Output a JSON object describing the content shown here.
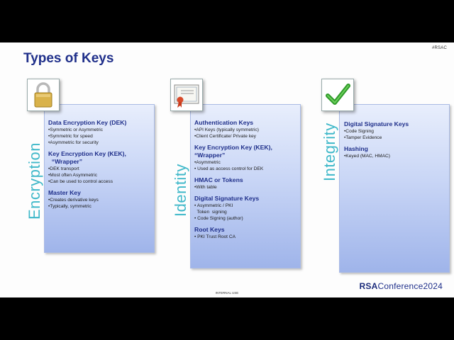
{
  "slide": {
    "tag": "#RSAC",
    "title": "Types of Keys",
    "footer_center": "INTERNAL USE",
    "logo_bold": "RSA",
    "logo_rest": "Conference2024"
  },
  "columns": [
    {
      "label": "Encryption",
      "icon": "padlock-icon",
      "groups": [
        {
          "heading": "Data Encryption Key (DEK)",
          "bullets": [
            "•Symmetric or Asymmetric",
            "•Symmetric for speed",
            "•Asymmetric for security"
          ]
        },
        {
          "heading": "Key Encryption Key (KEK),",
          "heading2": "  “Wrapper”",
          "bullets": [
            "•DEK transport",
            "•Most often Asymmetric",
            "•Can be used to control access"
          ]
        },
        {
          "heading": "Master Key",
          "bullets": [
            "•Creates derivative keys",
            "•Typically, symmetric"
          ]
        }
      ]
    },
    {
      "label": "Identity",
      "icon": "certificate-icon",
      "groups": [
        {
          "heading": "Authentication Keys",
          "bullets": [
            "•API Keys (typically symmetric)",
            "•Client Certificate/ Private key"
          ]
        },
        {
          "heading": "Key Encryption Key (KEK),",
          "heading2": "“Wrapper”",
          "bullets": [
            "•Asymmetric",
            "• Used as access control for DEK"
          ]
        },
        {
          "heading": "HMAC or Tokens",
          "bullets": [
            "•With table"
          ]
        },
        {
          "heading": "Digital Signature Keys",
          "bullets": [
            "• Asymmetric / PKI",
            "  Token  signing",
            "• Code Signing (author)"
          ]
        },
        {
          "heading": "Root Keys",
          "bullets": [
            "• PKI Trust Root CA"
          ]
        }
      ]
    },
    {
      "label": "Integrity",
      "icon": "checkmark-icon",
      "groups": [
        {
          "heading": "Digital Signature Keys",
          "bullets": [
            "•Code Signing",
            "•Tamper Evidence"
          ]
        },
        {
          "heading": "Hashing",
          "bullets": [
            "•Keyed (MAC, HMAC)"
          ]
        }
      ]
    }
  ]
}
